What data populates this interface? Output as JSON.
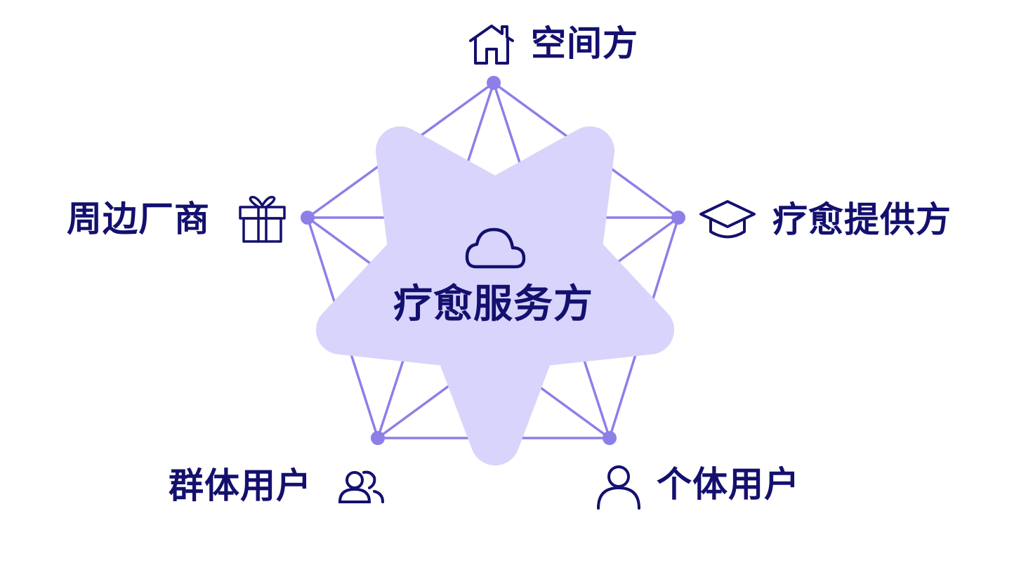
{
  "center": {
    "label": "疗愈服务方",
    "icon": "cloud-icon"
  },
  "nodes": [
    {
      "id": "space",
      "label": "空间方",
      "icon": "house-icon"
    },
    {
      "id": "healing-provider",
      "label": "疗愈提供方",
      "icon": "graduation-cap-icon"
    },
    {
      "id": "individual-users",
      "label": "个体用户",
      "icon": "user-icon"
    },
    {
      "id": "group-users",
      "label": "群体用户",
      "icon": "users-icon"
    },
    {
      "id": "vendors",
      "label": "周边厂商",
      "icon": "gift-icon"
    }
  ],
  "colors": {
    "text": "#14106e",
    "line": "#8c7fe8",
    "dot": "#8c7fe8",
    "star_fill": "#d8d4fb"
  }
}
